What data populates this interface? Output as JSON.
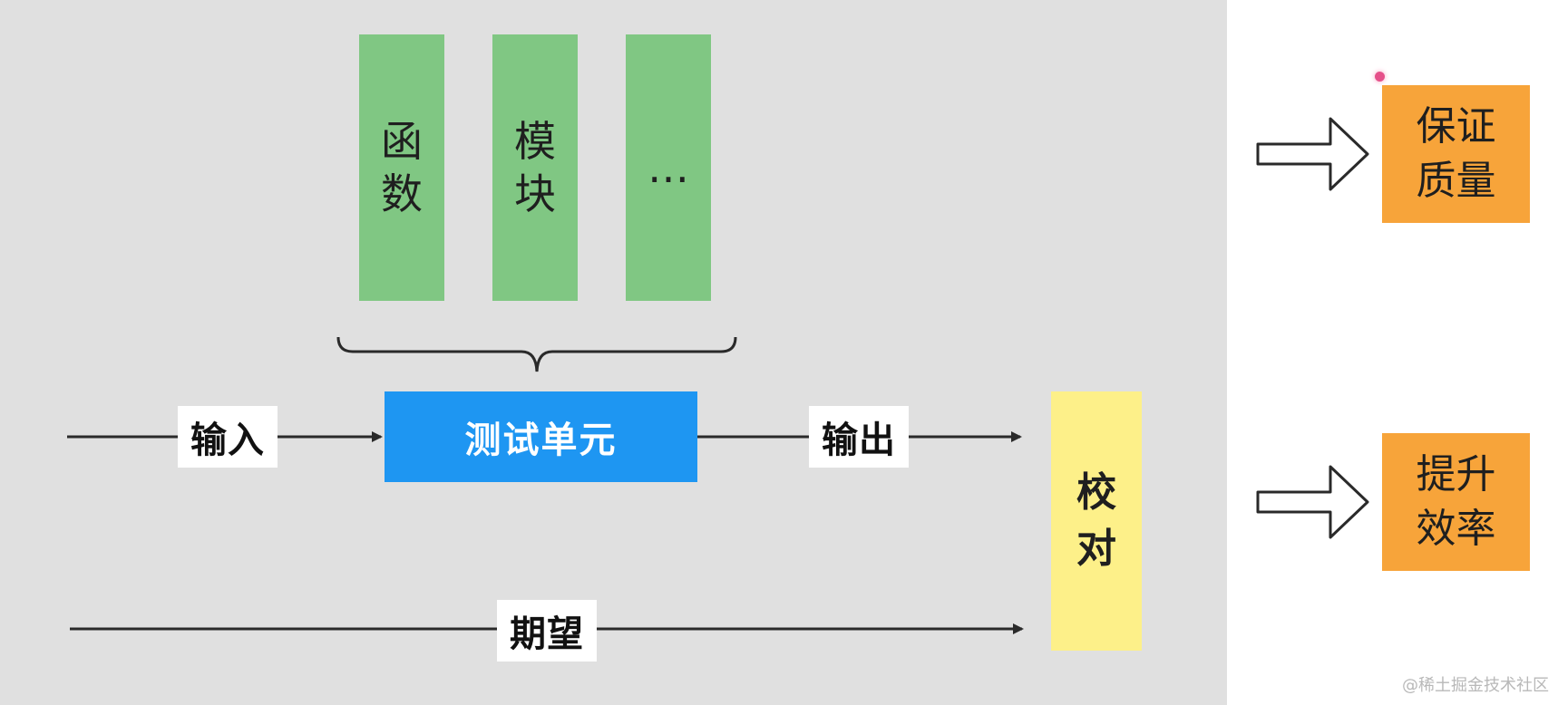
{
  "modules": {
    "items": [
      {
        "label": "函数"
      },
      {
        "label": "模块"
      },
      {
        "label": "…"
      }
    ]
  },
  "unit_under_test": {
    "label": "测试单元"
  },
  "flows": {
    "input_label": "输入",
    "output_label": "输出",
    "expected_label": "期望"
  },
  "check": {
    "label": "校对"
  },
  "outcomes": {
    "quality": "保证质量",
    "efficiency": "提升效率"
  },
  "watermark": "@稀土掘金技术社区",
  "colors": {
    "panel": "#e0e0e0",
    "green": "#80c783",
    "blue": "#1e96f2",
    "yellow": "#fdf089",
    "orange": "#f7a43a"
  }
}
